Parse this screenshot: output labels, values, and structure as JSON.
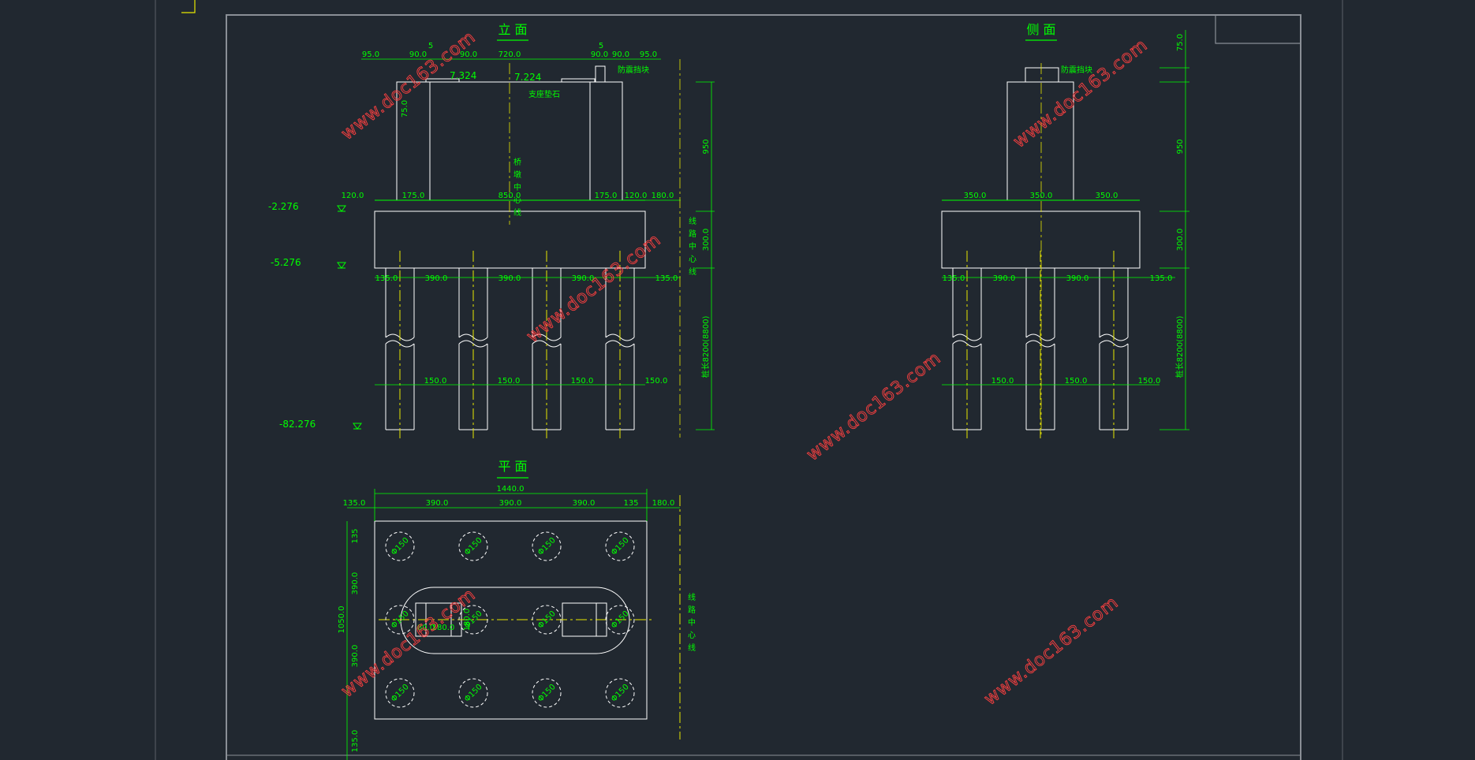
{
  "titles": {
    "elevation": "立 面",
    "side": "侧 面",
    "plan": "平 面"
  },
  "elevations": {
    "top_left": "7.324",
    "top_right": "7.224",
    "e1": "-2.276",
    "e2": "-5.276",
    "e3": "-82.276"
  },
  "notes": {
    "anti_seismic": "防震挡块",
    "anti_seismic_side": "防震挡块",
    "support_pad": "支座垫石",
    "bridge_center": "桥墩中心线",
    "route_center": "线路中心线",
    "route_center_plan": "线路中心线",
    "pile_length": "桩长8200(8800)",
    "pile_length_side": "桩长8200(8800)"
  },
  "elevation_view": {
    "top_dims": [
      "95.0",
      "90.0",
      "5",
      "90.0",
      "720.0",
      "5",
      "90.0",
      "90.0",
      "95.0"
    ],
    "h_75": "75.0",
    "mid_dims": [
      "120.0",
      "175.0",
      "850.0",
      "175.0",
      "120.0",
      "180.0"
    ],
    "pile_dims": [
      "135.0",
      "390.0",
      "390.0",
      "390.0",
      "135.0"
    ],
    "pile_dia": [
      "150.0",
      "150.0",
      "150.0",
      "150.0"
    ],
    "right_dims": [
      "950",
      "300.0",
      "桩长8200(8800)"
    ]
  },
  "side_view": {
    "top": "75.0",
    "mid_dims": [
      "350.0",
      "350.0",
      "350.0"
    ],
    "pile_dims": [
      "135.0",
      "390.0",
      "390.0",
      "135.0"
    ],
    "pile_dia": [
      "150.0",
      "150.0",
      "150.0"
    ],
    "right_dims": [
      "950",
      "300.0"
    ]
  },
  "plan_view": {
    "total": "1440.0",
    "top_dims": [
      "135.0",
      "390.0",
      "390.0",
      "390.0",
      "135",
      "180.0"
    ],
    "left_dims": [
      "135",
      "390.0",
      "1050.0",
      "390.0",
      "135.0"
    ],
    "pile_label": "Φ150",
    "inner_dims": [
      "80.0",
      "180.0",
      "180.0"
    ]
  },
  "watermark": "www.doc163.com"
}
